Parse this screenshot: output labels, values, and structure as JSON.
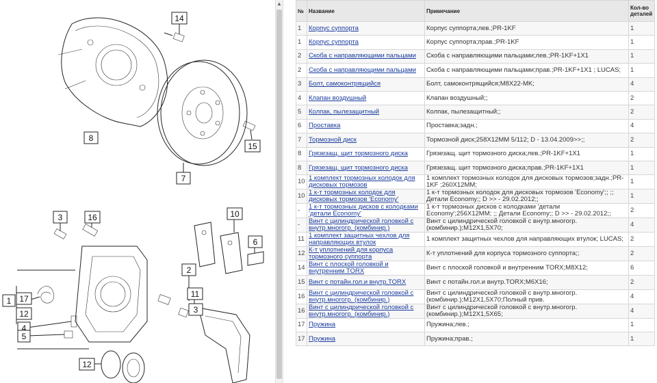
{
  "diagram": {
    "callouts": [
      "14",
      "8",
      "15",
      "7",
      "3",
      "16",
      "10",
      "6",
      "2",
      "11",
      "1",
      "17",
      "12",
      "3",
      "4",
      "5",
      "12"
    ]
  },
  "table": {
    "headers": {
      "num": "№",
      "name": "Название",
      "note": "Примечание",
      "qty": "Кол-во деталей"
    },
    "rows": [
      {
        "num": "1",
        "name": "Корпус суппорта",
        "note": "Корпус суппорта;лев.;PR-1KF",
        "qty": "1"
      },
      {
        "num": "1",
        "name": "Корпус суппорта",
        "note": "Корпус суппорта;прав.;PR-1KF",
        "qty": "1"
      },
      {
        "num": "2",
        "name": "Скоба с направляющими пальцами",
        "note": "Скоба с направляющими пальцами;лев.;PR-1KF+1X1",
        "qty": "1"
      },
      {
        "num": "2",
        "name": "Скоба с направляющими пальцами",
        "note": "Скоба с направляющими пальцами;прав.;PR-1KF+1X1 ; LUCAS;",
        "qty": "1"
      },
      {
        "num": "3",
        "name": "Болт, самоконтрящийся",
        "note": "Болт, самоконтрящийся;M8X22-MK;",
        "qty": "4"
      },
      {
        "num": "4",
        "name": "Клапан воздушный",
        "note": "Клапан воздушный;;",
        "qty": "2"
      },
      {
        "num": "5",
        "name": "Колпак, пылезащитный",
        "note": "Колпак, пылезащитный;;",
        "qty": "2"
      },
      {
        "num": "6",
        "name": "Проставка",
        "note": "Проставка;задн.;",
        "qty": "4"
      },
      {
        "num": "7",
        "name": "Тормозной диск",
        "note": "Тормозной диск;258X12MM 5/112; D - 13.04.2009>>;;",
        "qty": "2"
      },
      {
        "num": "8",
        "name": "Грязезащ. щит тормозного диска",
        "note": "Грязезащ. щит тормозного диска;лев.;PR-1KF+1X1",
        "qty": "1"
      },
      {
        "num": "8",
        "name": "Грязезащ. щит тормозного диска",
        "note": "Грязезащ. щит тормозного диска;прав.;PR-1KF+1X1",
        "qty": "1"
      },
      {
        "num": "10",
        "name": "1 комплект тормозных колодок для дисковых тормозов",
        "note": "1 комплект тормозных колодок для дисковых тормозов;задн.;PR-1KF ;260X12MM;",
        "qty": "1"
      },
      {
        "num": "10",
        "name": "1 к-т тормозных колодок для дисковых тормозов 'Economy'",
        "note": "1 к-т тормозных колодок для дисковых тормозов 'Economy';; ;; Детали Economy;; D >> - 29.02.2012;;",
        "qty": "1"
      },
      {
        "num": "-",
        "name": "1 к-т тормозных дисков с колодками 'детали Economy'",
        "note": "1 к-т тормозных дисков с колодками 'детали Economy';256X12MM; ;; Детали Economy;; D >> - 29.02.2012;;",
        "qty": "2"
      },
      {
        "num": "-",
        "name": "Винт с цилиндрической головкой с внутр.многогр. (комбинир.)",
        "note": "Винт с цилиндрической головкой с внутр.многогр. (комбинир.);M12X1,5X70;",
        "qty": "4"
      },
      {
        "num": "11",
        "name": "1 комплект защитных чехлов для направляющих втулок",
        "note": "1 комплект защитных чехлов для направляющих втулок; LUCAS;",
        "qty": "2"
      },
      {
        "num": "12",
        "name": "К-т уплотнений для корпуса тормозного суппорта",
        "note": "К-т уплотнений для корпуса тормозного суппорта;;",
        "qty": "2"
      },
      {
        "num": "14",
        "name": "Винт с плоской головкой и внутренним TORX",
        "note": "Винт с плоской головкой и внутренним TORX;M8X12;",
        "qty": "6"
      },
      {
        "num": "15",
        "name": "Винт с потайн.гол.и внутр.TORX",
        "note": "Винт с потайн.гол.и внутр.TORX;M6X16;",
        "qty": "2"
      },
      {
        "num": "16",
        "name": "Винт с цилиндрической головкой с внутр.многогр. (комбинир.)",
        "note": "Винт с цилиндрической головкой с внутр.многогр. (комбинир.);M12X1,5X70;Полный прив.",
        "qty": "4"
      },
      {
        "num": "16",
        "name": "Винт с цилиндрической головкой с внутр.многогр. (комбинир.)",
        "note": "Винт с цилиндрической головкой с внутр.многогр. (комбинир.);M12X1,5X65;",
        "qty": "4"
      },
      {
        "num": "17",
        "name": "Пружина",
        "note": "Пружина;лев.;",
        "qty": "1"
      },
      {
        "num": "17",
        "name": "Пружина",
        "note": "Пружина;прав.;",
        "qty": "1"
      }
    ]
  }
}
